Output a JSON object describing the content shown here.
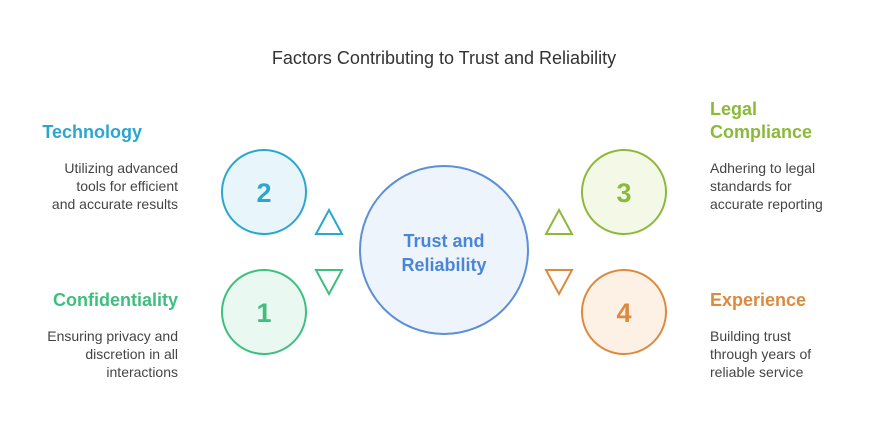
{
  "title": "Factors Contributing to Trust and Reliability",
  "center": {
    "line1": "Trust and",
    "line2": "Reliability",
    "fill": "#eef4fc",
    "stroke": "#5b8fd6",
    "text_color": "#4a86d8"
  },
  "factors": [
    {
      "number": "2",
      "heading": "Technology",
      "description": "Utilizing advanced\ntools for efficient\nand accurate results",
      "color": "#2ba6cf",
      "fill": "#e8f6fb"
    },
    {
      "number": "1",
      "heading": "Confidentiality",
      "description": "Ensuring privacy and\ndiscretion in all\ninteractions",
      "color": "#3fbf7f",
      "fill": "#e9f8f0"
    },
    {
      "number": "3",
      "heading": "Legal\nCompliance",
      "description": "Adhering to legal\nstandards for\naccurate reporting",
      "color": "#8bb93a",
      "fill": "#f3f9e6"
    },
    {
      "number": "4",
      "heading": "Experience",
      "description": "Building trust\nthrough years of\nreliable service",
      "color": "#dc8a3e",
      "fill": "#fdf1e6"
    }
  ],
  "icons": {
    "arrow_up": "triangle-up-icon",
    "arrow_down": "triangle-down-icon"
  }
}
